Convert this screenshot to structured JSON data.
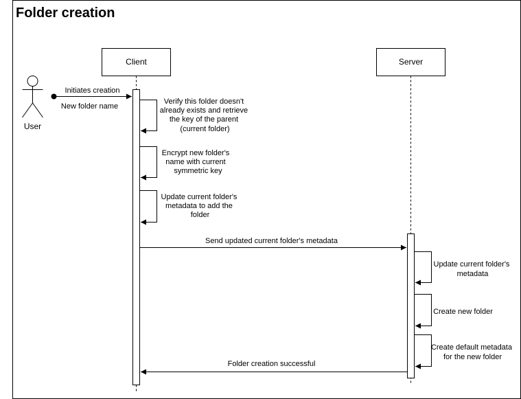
{
  "title": "Folder creation",
  "actor": {
    "label": "User"
  },
  "participants": [
    {
      "id": "client",
      "label": "Client"
    },
    {
      "id": "server",
      "label": "Server"
    }
  ],
  "messages": [
    {
      "id": "initiate",
      "from": "User",
      "to": "Client",
      "label_above": "Initiates creation",
      "label_below": "New folder name"
    },
    {
      "id": "verify",
      "from": "Client",
      "to": "Client",
      "lines": [
        "Verify this folder doesn't",
        "already exists and retrieve",
        "the key of the parent",
        "(current folder)"
      ]
    },
    {
      "id": "encrypt",
      "from": "Client",
      "to": "Client",
      "lines": [
        "Encrypt new folder's",
        "name with current",
        "symmetric key"
      ]
    },
    {
      "id": "update-local",
      "from": "Client",
      "to": "Client",
      "lines": [
        "Update current folder's",
        "metadata to add the",
        "folder"
      ]
    },
    {
      "id": "send",
      "from": "Client",
      "to": "Server",
      "label": "Send updated current folder's metadata"
    },
    {
      "id": "server-update",
      "from": "Server",
      "to": "Server",
      "lines": [
        "Update current folder's",
        "metadata"
      ]
    },
    {
      "id": "server-create",
      "from": "Server",
      "to": "Server",
      "lines": [
        "Create new folder"
      ]
    },
    {
      "id": "server-default",
      "from": "Server",
      "to": "Server",
      "lines": [
        "Create default metadata",
        "for the new folder"
      ]
    },
    {
      "id": "success",
      "from": "Server",
      "to": "Client",
      "label": "Folder creation successful"
    }
  ]
}
